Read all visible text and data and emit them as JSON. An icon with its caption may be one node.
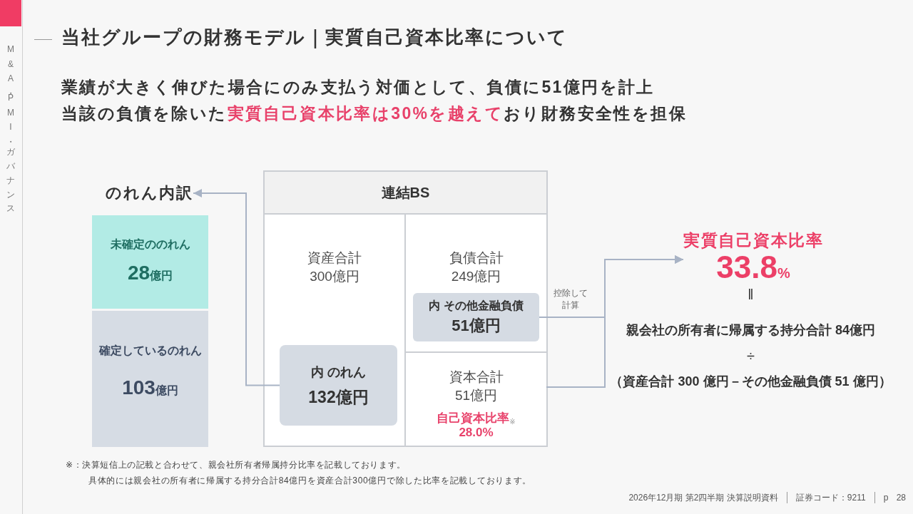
{
  "diagram": {
    "title": "当社グループの財務モデル｜実質自己資本比率について",
    "nodes": [
      {
        "text": [
          "のれん内訳"
        ]
      },
      {
        "text": [
          "未確定ののれん",
          "28億円"
        ]
      },
      {
        "text": [
          "確定しているのれん",
          "103億円"
        ]
      },
      {
        "text": [
          "連結BS"
        ]
      },
      {
        "text": [
          "資産合計",
          "300億円"
        ],
        "in": 3
      },
      {
        "text": [
          "内 のれん",
          "132億円"
        ],
        "in": 4
      },
      {
        "text": [
          "負債合計",
          "249億円"
        ],
        "in": 3
      },
      {
        "text": [
          "内 その他金融負債",
          "51億円"
        ],
        "in": 6
      },
      {
        "text": [
          "資本合計",
          "51億円",
          "自己資本比率$_{※}$",
          "28.0%"
        ],
        "in": 3
      },
      {
        "text": [
          "実質自己資本比率",
          "33.8%"
        ]
      }
    ],
    "edges": [
      {
        "from": 5,
        "to": 0,
        "arrow": "to"
      },
      {
        "from": 7,
        "to": 9,
        "arrow": "to",
        "label": "控除して計算"
      },
      {
        "from": 8,
        "to": 9,
        "arrow": "to"
      }
    ],
    "labels": [
      "M&A・PMI・ガバナンス",
      "業績が大きく伸びた場合にのみ支払う対価として、負債に51億円を計上",
      "当該の負債を除いた**実質自己資本比率は30%を越えて**おり財務安全性を担保",
      "‖",
      "親会社の所有者に帰属する持分合計 84億円",
      "÷",
      "（資産合計 300 億円－その他金融負債 51 億円）",
      "※：決算短信上の記載と合わせて、親会社所有者帰属持分比率を記載しております。",
      "具体的には親会社の所有者に帰属する持分合計84億円を資産合計300億円で除した比率を記載しております。",
      "2026年12月期 第2四半期 決算説明資料",
      "証券コード：9211",
      "p 28"
    ]
  }
}
